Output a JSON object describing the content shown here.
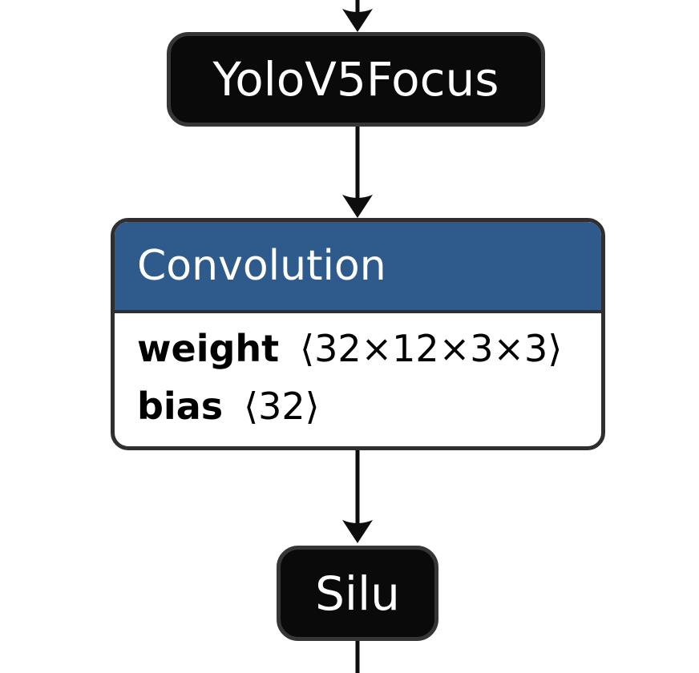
{
  "diagram": {
    "kind": "neural-network-model-graph",
    "colors": {
      "background": "#ffffff",
      "node_fill": "#0a0a0a",
      "node_border": "#363636",
      "header_blue": "#2e5a8c",
      "layer_border": "#2f2f2f",
      "body_fill": "#ffffff",
      "edge": "#0d0d0d",
      "text_light": "#ffffff",
      "text_dark": "#000000"
    },
    "nodes": [
      {
        "id": "yolov5focus",
        "kind": "operator",
        "label": "YoloV5Focus"
      },
      {
        "id": "convolution",
        "kind": "layer",
        "title": "Convolution",
        "attributes": [
          {
            "name": "weight",
            "value": "⟨32×12×3×3⟩"
          },
          {
            "name": "bias",
            "value": "⟨32⟩"
          }
        ]
      },
      {
        "id": "silu",
        "kind": "operator",
        "label": "Silu"
      }
    ],
    "edges": [
      {
        "from": "offscreen-top",
        "to": "yolov5focus",
        "arrowhead": true
      },
      {
        "from": "yolov5focus",
        "to": "convolution",
        "arrowhead": true
      },
      {
        "from": "convolution",
        "to": "silu",
        "arrowhead": true
      },
      {
        "from": "silu",
        "to": "offscreen-bottom",
        "arrowhead": false
      }
    ]
  }
}
